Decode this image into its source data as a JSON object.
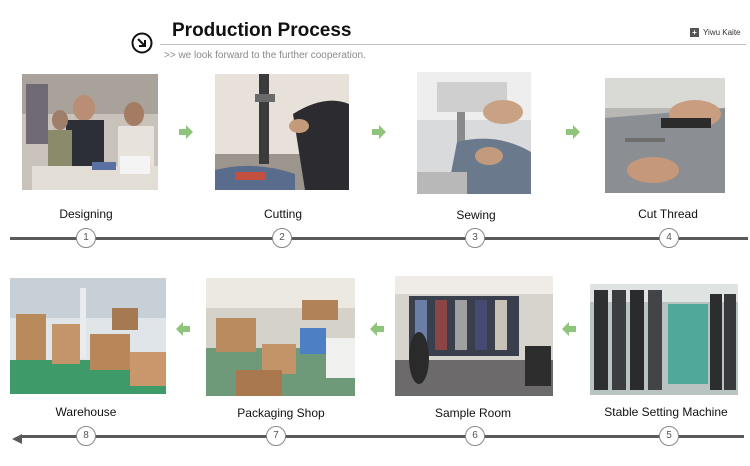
{
  "header": {
    "title": "Production Process",
    "subtitle": ">>  we look forward to the further cooperation.",
    "brand": "Yiwu Kaite"
  },
  "steps": [
    {
      "label": "Designing",
      "number": "1"
    },
    {
      "label": "Cutting",
      "number": "2"
    },
    {
      "label": "Sewing",
      "number": "3"
    },
    {
      "label": "Cut Thread",
      "number": "4"
    },
    {
      "label": "Stable Setting Machine",
      "number": "5"
    },
    {
      "label": "Sample Room",
      "number": "6"
    },
    {
      "label": "Packaging Shop",
      "number": "7"
    },
    {
      "label": "Warehouse",
      "number": "8"
    }
  ],
  "colors": {
    "accent_arrow": "#8fc47b",
    "timeline": "#5a5a5a"
  }
}
